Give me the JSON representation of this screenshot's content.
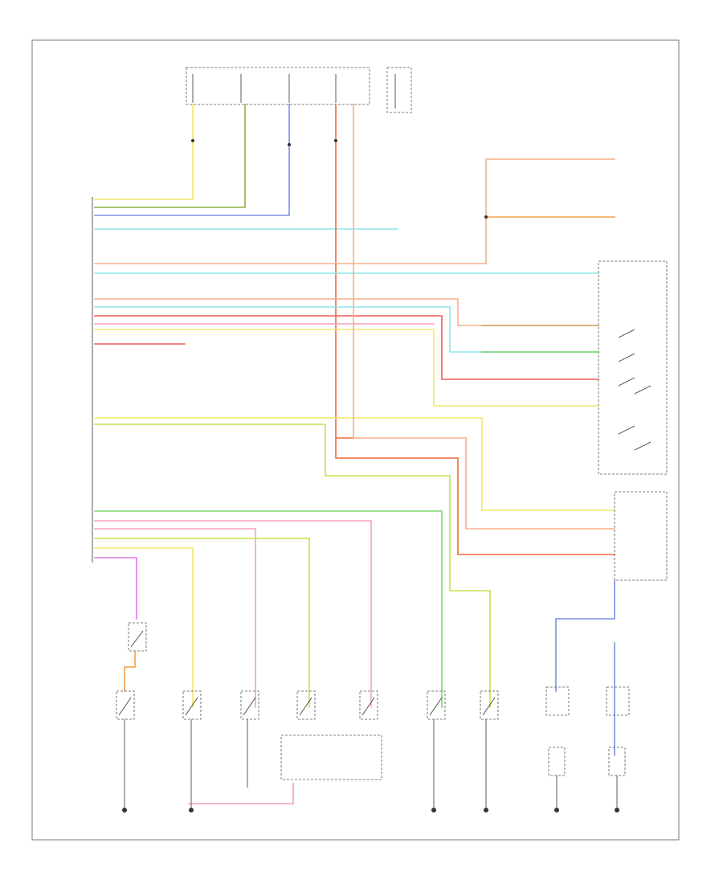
{
  "diagram": {
    "footer_code": "",
    "module_label": "",
    "fuse_boxes": [
      {
        "id": "fb1",
        "label": ""
      },
      {
        "id": "fb2",
        "label": ""
      },
      {
        "id": "fb3",
        "label": ""
      },
      {
        "id": "fb4",
        "label": ""
      }
    ],
    "switches": [
      {
        "id": "sw-hood",
        "label": ""
      },
      {
        "id": "sw-liftgate",
        "label": ""
      },
      {
        "id": "sw-door-lf",
        "label": ""
      },
      {
        "id": "sw-door-rf",
        "label": ""
      },
      {
        "id": "sw-door-lr",
        "label": ""
      },
      {
        "id": "sw-door-rr",
        "label": ""
      },
      {
        "id": "sw-key",
        "label": ""
      },
      {
        "id": "sw-cyl",
        "label": ""
      }
    ],
    "grounds": [
      {
        "id": "g1",
        "label": ""
      },
      {
        "id": "g2",
        "label": ""
      },
      {
        "id": "g3",
        "label": ""
      },
      {
        "id": "g4",
        "label": ""
      },
      {
        "id": "g5",
        "label": ""
      },
      {
        "id": "g6",
        "label": ""
      },
      {
        "id": "g7",
        "label": ""
      }
    ],
    "colors": {
      "yellow": "#f2e66a",
      "olive": "#8fb04a",
      "blue": "#7b8fe0",
      "orange_red": "#f06a3c",
      "cyan": "#8ee6ea",
      "salmon": "#f7b08a",
      "tan": "#c8a86a",
      "green": "#7fd66a",
      "red": "#f05a5a",
      "pink": "#f7a0b8",
      "magenta": "#e07ae8",
      "lime": "#c8e04a"
    }
  }
}
